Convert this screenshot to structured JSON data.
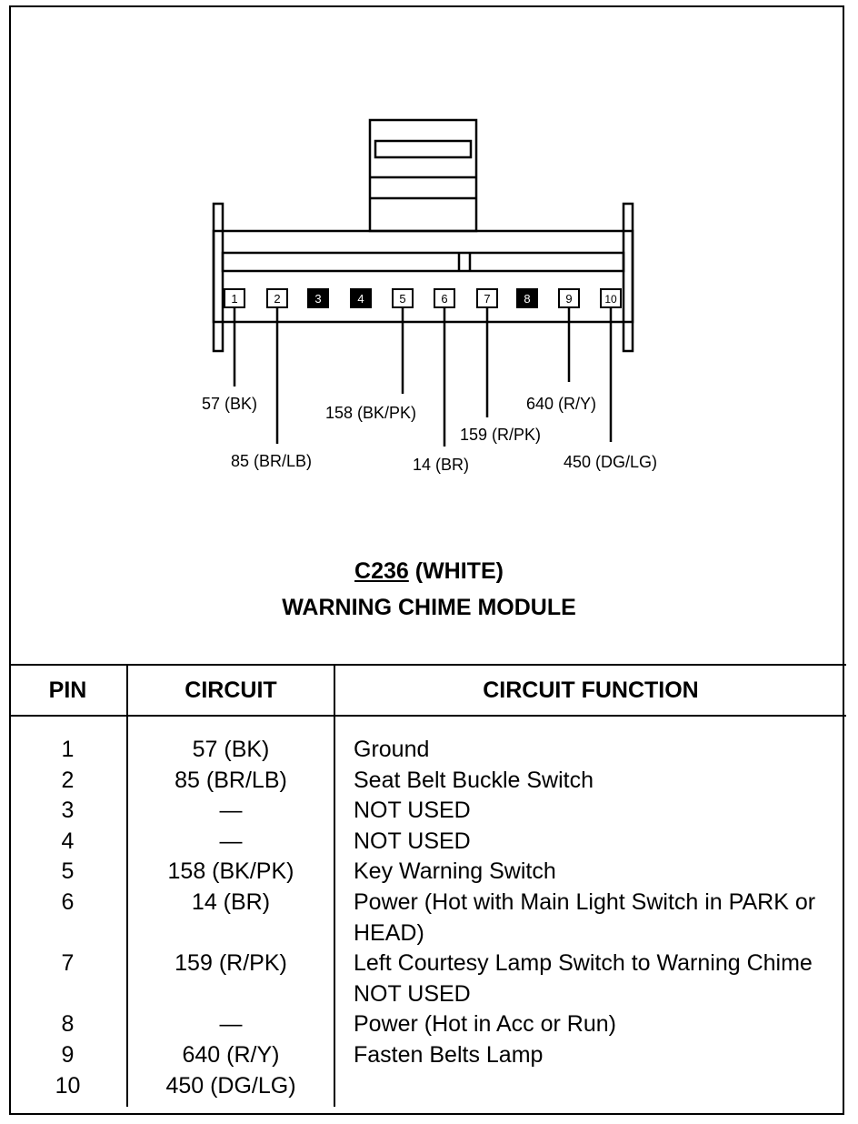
{
  "connector": {
    "id": "C236",
    "color_label": "(WHITE)",
    "module_name": "WARNING CHIME MODULE",
    "pin_numbers": [
      "1",
      "2",
      "3",
      "4",
      "5",
      "6",
      "7",
      "8",
      "9",
      "10"
    ]
  },
  "wire_labels": {
    "pin1": "57 (BK)",
    "pin2": "85 (BR/LB)",
    "pin5": "158 (BK/PK)",
    "pin6": "14 (BR)",
    "pin7": "159 (R/PK)",
    "pin9": "640 (R/Y)",
    "pin10": "450 (DG/LG)"
  },
  "table": {
    "headers": {
      "pin": "PIN",
      "circuit": "CIRCUIT",
      "function": "CIRCUIT FUNCTION"
    },
    "rows": [
      {
        "pin": "1",
        "circuit": "57 (BK)",
        "function": "Ground"
      },
      {
        "pin": "2",
        "circuit": "85 (BR/LB)",
        "function": "Seat Belt Buckle Switch"
      },
      {
        "pin": "3",
        "circuit": "—",
        "function": "NOT USED"
      },
      {
        "pin": "4",
        "circuit": "—",
        "function": "NOT USED"
      },
      {
        "pin": "5",
        "circuit": "158 (BK/PK)",
        "function": "Key Warning Switch"
      },
      {
        "pin": "6",
        "circuit": "14 (BR)",
        "function": "Power (Hot with Main Light Switch in PARK or HEAD)"
      },
      {
        "pin": "7",
        "circuit": "159 (R/PK)",
        "function": "Left Courtesy Lamp Switch to Warning Chime"
      },
      {
        "pin": "8",
        "circuit": "—",
        "function": "NOT USED"
      },
      {
        "pin": "9",
        "circuit": "640 (R/Y)",
        "function": "Power (Hot in Acc or Run)"
      },
      {
        "pin": "10",
        "circuit": "450 (DG/LG)",
        "function": "Fasten Belts Lamp"
      }
    ]
  }
}
